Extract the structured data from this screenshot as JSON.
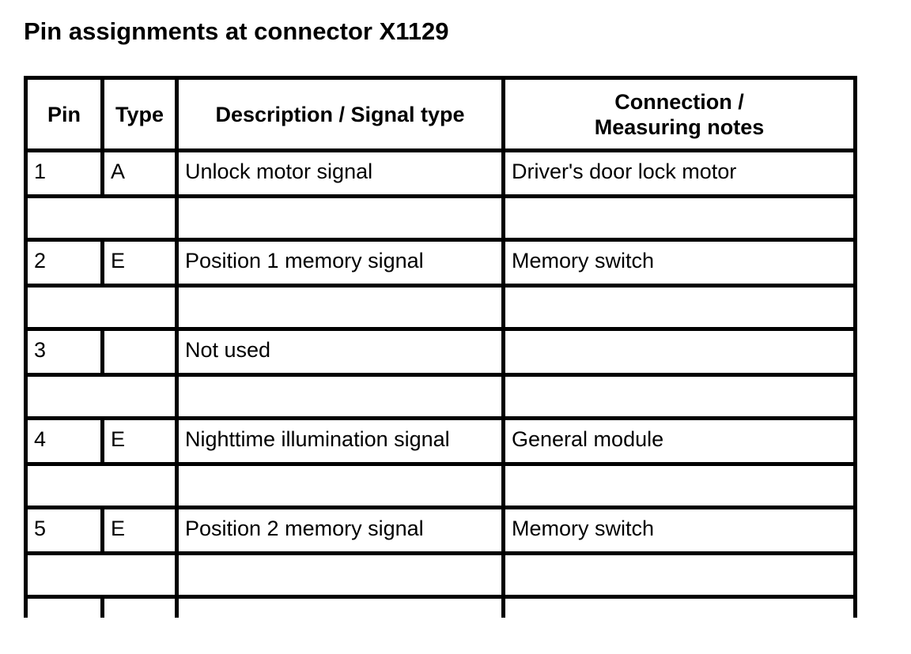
{
  "page": {
    "title": "Pin assignments at connector X1129",
    "background_color": "#ffffff",
    "text_color": "#000000",
    "border_color": "#000000"
  },
  "table": {
    "headers": {
      "pin": "Pin",
      "type": "Type",
      "description": "Description / Signal type",
      "connection_line1": "Connection /",
      "connection_line2": "Measuring notes"
    },
    "rows": [
      {
        "pin": "1",
        "type": "A",
        "description": "Unlock motor signal",
        "connection": "Driver's door lock motor"
      },
      {
        "pin": "2",
        "type": "E",
        "description": "Position 1 memory signal",
        "connection": "Memory switch"
      },
      {
        "pin": "3",
        "type": "",
        "description": "Not used",
        "connection": ""
      },
      {
        "pin": "4",
        "type": "E",
        "description": "Nighttime illumination signal",
        "connection": "General module"
      },
      {
        "pin": "5",
        "type": "E",
        "description": "Position 2 memory signal",
        "connection": "Memory switch"
      }
    ]
  }
}
